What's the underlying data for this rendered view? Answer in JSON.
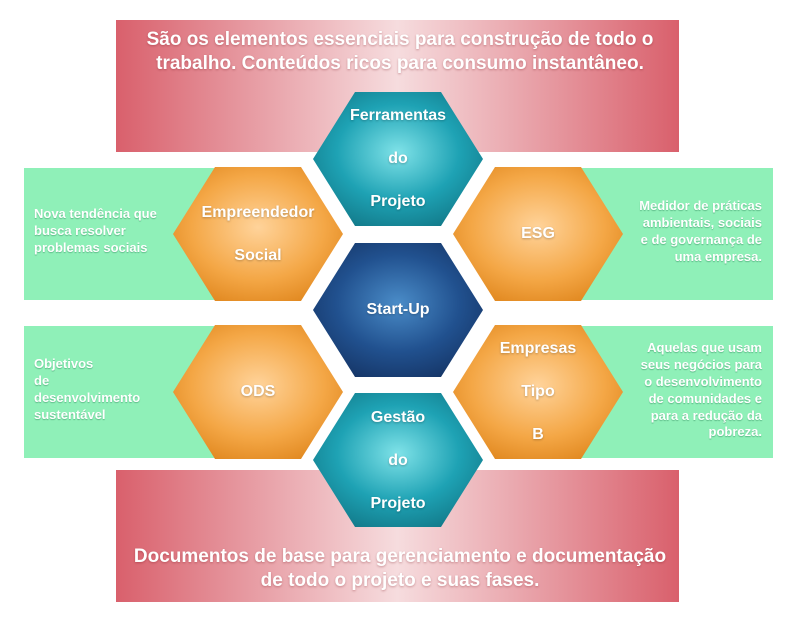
{
  "colors": {
    "red_panel": "#d9606c",
    "green_panel": "#8ff0b8",
    "orange_hex": "#f0a03a",
    "teal_hex": "#1a8fa0",
    "navy_hex": "#1d3f7a"
  },
  "top_banner": {
    "line1": "São os elementos essenciais para construção de todo o",
    "line2": "trabalho. Conteúdos ricos para consumo instantâneo."
  },
  "bottom_banner": {
    "line1": "Documentos de base para gerenciamento e documentação",
    "line2": "de todo o projeto e suas fases."
  },
  "side_texts": {
    "left_upper": [
      "Nova tendência que",
      "busca resolver",
      "problemas sociais"
    ],
    "left_lower": [
      "Objetivos",
      "de",
      "desenvolvimento",
      "sustentável"
    ],
    "right_upper": [
      "Medidor de práticas",
      "ambientais, sociais",
      "e de governança de",
      "uma empresa."
    ],
    "right_lower": [
      "Aquelas que usam",
      "seus negócios para",
      "o desenvolvimento",
      "de comunidades e",
      "para a redução da",
      "pobreza."
    ]
  },
  "hexagons": {
    "center": "Start-Up",
    "top": [
      "Ferramentas",
      "do",
      "Projeto"
    ],
    "bottom": [
      "Gestão",
      "do",
      "Projeto"
    ],
    "upper_left": [
      "Empreendedor",
      "Social"
    ],
    "upper_right": "ESG",
    "lower_left": "ODS",
    "lower_right": [
      "Empresas",
      "Tipo",
      "B"
    ]
  }
}
